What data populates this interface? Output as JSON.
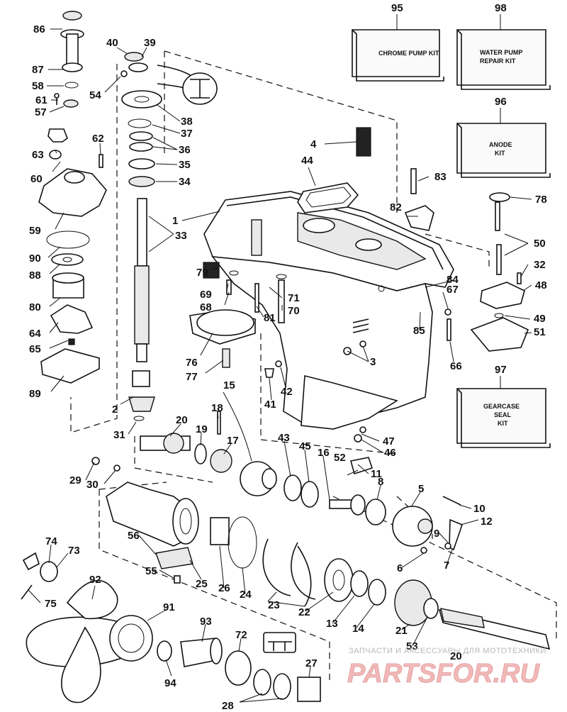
{
  "kits": {
    "k95": {
      "number": "95",
      "title": "CHROME PUMP KIT"
    },
    "k98": {
      "number": "98",
      "title_line1": "WATER PUMP",
      "title_line2": "REPAIR KIT"
    },
    "k96": {
      "number": "96",
      "title_line1": "ANODE",
      "title_line2": "KIT"
    },
    "k97": {
      "number": "97",
      "title_line1": "GEARCASE",
      "title_line2": "SEAL",
      "title_line3": "KIT"
    }
  },
  "callouts": {
    "n1": "1",
    "n2": "2",
    "n3": "3",
    "n4": "4",
    "n5": "5",
    "n6": "6",
    "n7": "7",
    "n8": "8",
    "n9": "9",
    "n10": "10",
    "n11": "11",
    "n12": "12",
    "n13": "13",
    "n14": "14",
    "n15": "15",
    "n16": "16",
    "n17": "17",
    "n18": "18",
    "n19": "19",
    "n20a": "20",
    "n20b": "20",
    "n21": "21",
    "n22": "22",
    "n23": "23",
    "n24": "24",
    "n25": "25",
    "n26": "26",
    "n27": "27",
    "n28": "28",
    "n29": "29",
    "n30": "30",
    "n31": "31",
    "n32": "32",
    "n33": "33",
    "n34": "34",
    "n35": "35",
    "n36": "36",
    "n37": "37",
    "n38": "38",
    "n39": "39",
    "n40": "40",
    "n41": "41",
    "n42": "42",
    "n43": "43",
    "n44": "44",
    "n45": "45",
    "n46": "46",
    "n47": "47",
    "n48": "48",
    "n49": "49",
    "n50": "50",
    "n51": "51",
    "n52": "52",
    "n53": "53",
    "n54": "54",
    "n55": "55",
    "n56": "56",
    "n57": "57",
    "n58": "58",
    "n59": "59",
    "n60": "60",
    "n61": "61",
    "n62": "62",
    "n63": "63",
    "n64": "64",
    "n65": "65",
    "n66": "66",
    "n67": "67",
    "n68": "68",
    "n69": "69",
    "n70": "70",
    "n71": "71",
    "n72": "72",
    "n73": "73",
    "n74": "74",
    "n75": "75",
    "n76": "76",
    "n77": "77",
    "n78": "78",
    "n79": "79",
    "n80": "80",
    "n81": "81",
    "n82": "82",
    "n83": "83",
    "n84": "84",
    "n85": "85",
    "n86": "86",
    "n87": "87",
    "n88": "88",
    "n89": "89",
    "n90": "90",
    "n91": "91",
    "n92": "92",
    "n93": "93",
    "n94": "94"
  },
  "watermark": {
    "tagline": "ЗАПЧАСТИ И АКСЕССУАРЫ ДЛЯ МОТОТЕХНИКИ",
    "brand": "PARTSFOR.RU",
    "color": "#e07a7a"
  }
}
